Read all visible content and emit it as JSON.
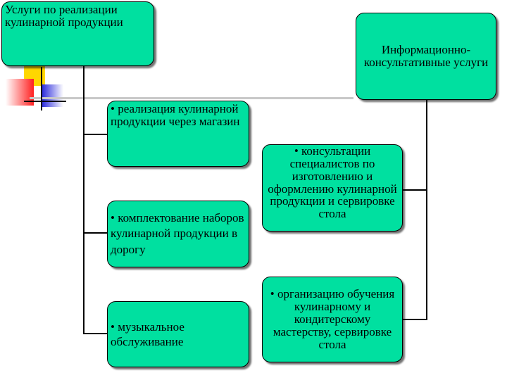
{
  "root_left": {
    "title": "Услуги по реализации кулинарной продукции",
    "items": [
      "• реализация кулинарной продукции через магазин",
      "• комплектование наборов кулинарной продукции в дорогу",
      "• музыкальное обслуживание"
    ]
  },
  "root_right": {
    "title": "Информационно-консультативные услуги",
    "items": [
      "• консультации специалистов по изготовлению и оформлению кулинарной продукции и сервировке стола",
      "• организацию обучения кулинарному и кондитерскому мастерству, сервировке стола"
    ]
  },
  "colors": {
    "box_fill": "#00e0a0",
    "deco_yellow": "#ffd700",
    "deco_red": "#ff2020",
    "deco_blue": "#2e2edc"
  }
}
